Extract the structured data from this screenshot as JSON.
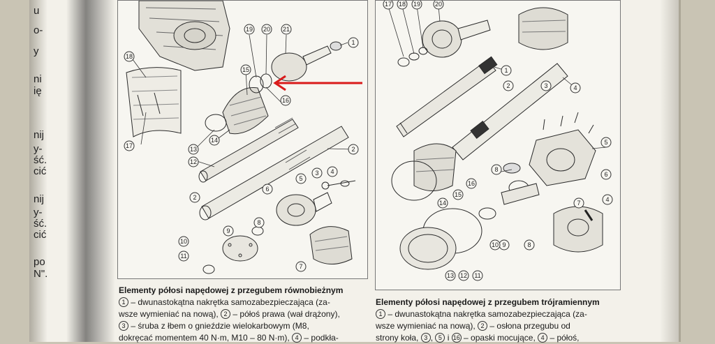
{
  "margin_fragments": [
    "u",
    "o-",
    "y",
    "ni",
    "ię",
    "nij",
    "y-",
    "ść.",
    "cić",
    "nij",
    "y-",
    "ść.",
    "cić",
    "po",
    "N\"."
  ],
  "left_figure": {
    "callouts": [
      "1",
      "2",
      "3",
      "4",
      "5",
      "6",
      "7",
      "8",
      "9",
      "10",
      "11",
      "12",
      "13",
      "14",
      "15",
      "16",
      "17",
      "18",
      "19",
      "20",
      "21",
      "2"
    ]
  },
  "right_figure": {
    "callouts": [
      "17",
      "18",
      "19",
      "20",
      "1",
      "2",
      "3",
      "4",
      "5",
      "4",
      "6",
      "7",
      "8",
      "9",
      "10",
      "11",
      "12",
      "13",
      "14",
      "15",
      "16",
      "8"
    ]
  },
  "caption_left": {
    "title": "Elementy półosi napędowej z przegubem równobieżnym",
    "lines": [
      {
        "n": "1",
        "text": " – dwunastokątna nakrętka samozabezpieczająca (za-"
      },
      {
        "n": "",
        "text": "wsze wymieniać na nową), "
      },
      {
        "n": "3",
        "text": " – śruba z łbem o gnieździe wielokarbowym (M8,"
      },
      {
        "n": "",
        "text": "dokręcać momentem 40 N·m, M10 – 80 N·m), "
      }
    ],
    "inline": {
      "n2": "2",
      "t2": " – półoś prawa (wał drążony),",
      "n4": "4",
      "t4": " – podkła-"
    }
  },
  "caption_right": {
    "title": "Elementy półosi napędowej z przegubem trójramiennym",
    "lines": [
      {
        "n": "1",
        "text": " – dwunastokątna nakrętka samozabezpieczająca (za-"
      },
      {
        "n": "",
        "text": "wsze wymieniać na nową), "
      },
      {
        "n": "",
        "text": "strony koła, "
      }
    ],
    "inline": {
      "n2": "2",
      "t2": " – osłona przegubu od",
      "n3": "3",
      "n5": "5",
      "n16": "16",
      "t3": " – opaski mocujące, ",
      "n4": "4",
      "t4": " – półoś,"
    }
  },
  "colors": {
    "arrow": "#d91a1a",
    "ink": "#2a2a2a"
  }
}
